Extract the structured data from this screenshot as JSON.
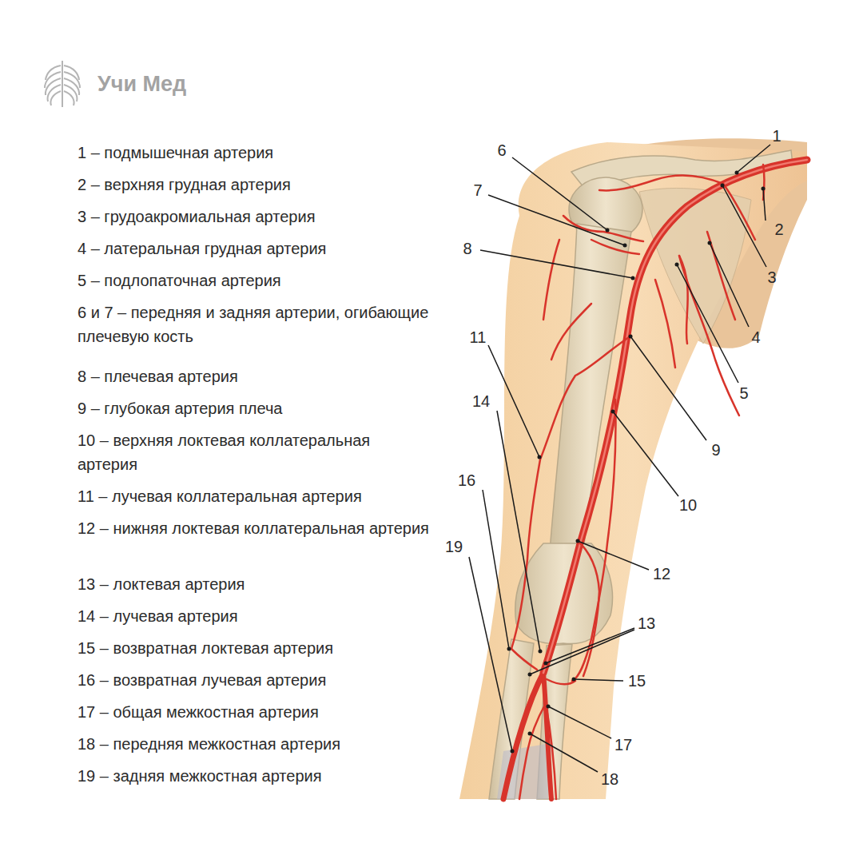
{
  "diagram": {
    "labels": [
      "Учи Мед",
      "1 – подмышечная артерия",
      "2 – верхняя грудная артерия",
      "3 – грудоакромиальная артерия",
      "4 – латеральная грудная артерия",
      "5 – подлопаточная артерия",
      "6 и 7 – передняя и задняя артерии, огибающие плечевую кость",
      "8 – плечевая артерия",
      "9 – глубокая артерия плеча",
      "10 – верхняя локтевая коллатеральная артерия",
      "11 – лучевая коллатеральная артерия",
      "12 – нижняя локтевая коллатеральная артерия",
      "13 – локтевая артерия",
      "14 – лучевая артерия",
      "15 – возвратная локтевая артерия",
      "16 – возвратная лучевая артерия",
      "17 – общая межкостная артерия",
      "18 – передняя межкостная артерия",
      "19 – задняя межкостная артерия",
      "1",
      "2",
      "3",
      "4",
      "5",
      "6",
      "7",
      "8",
      "9",
      "10",
      "11",
      "12",
      "13",
      "14",
      "15",
      "16",
      "17",
      "18",
      "19"
    ]
  }
}
